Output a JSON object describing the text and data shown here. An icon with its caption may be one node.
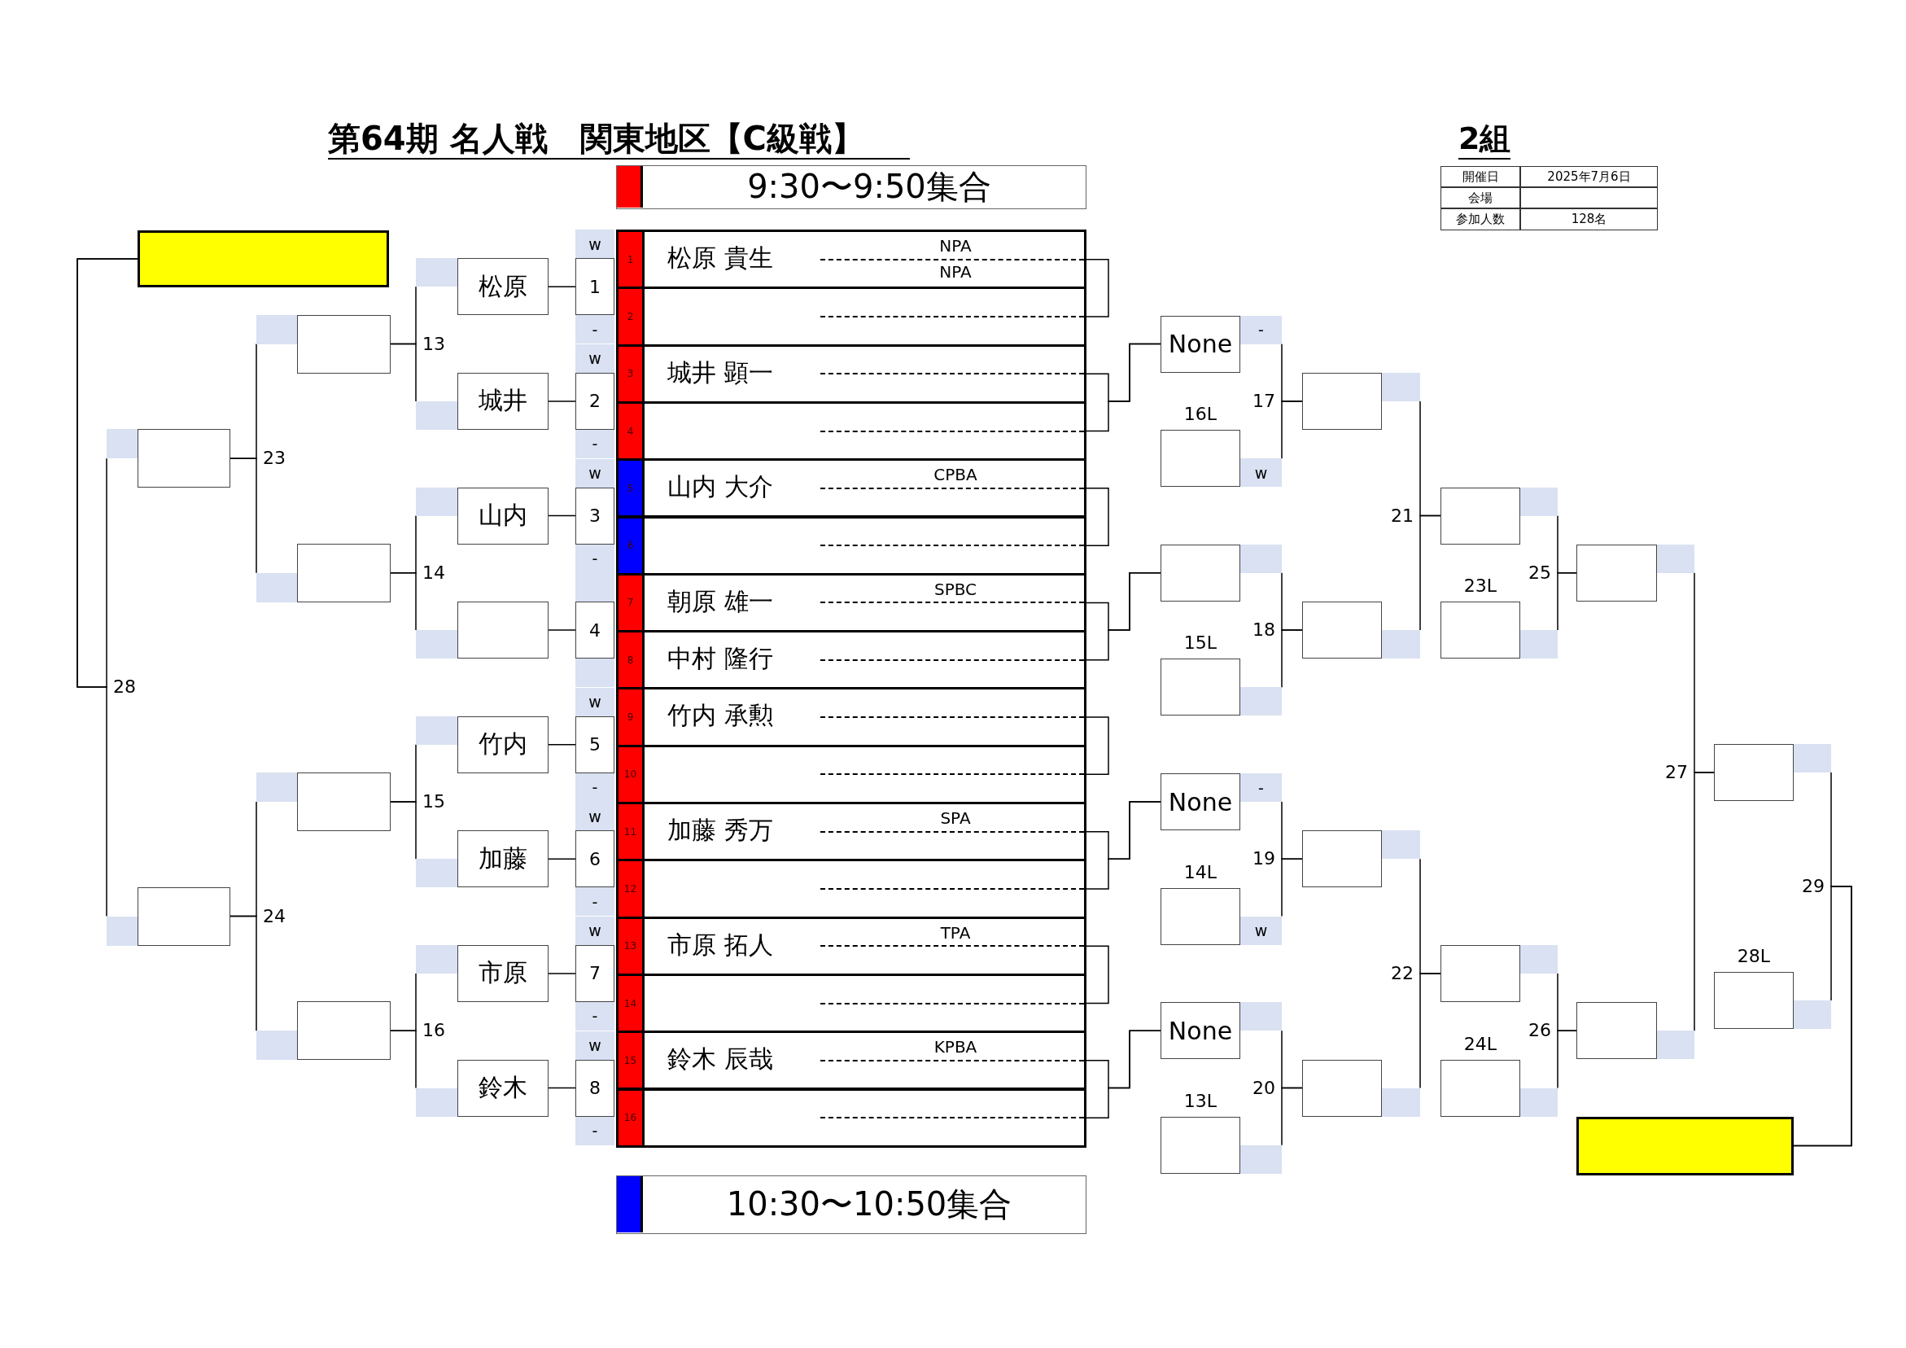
{
  "diagram": {
    "title": "第64期 名人戦　関東地区【C級戦】",
    "nodes": [
      {
        "text": [],
        "shape": "box"
      },
      {
        "text": [],
        "shape": "box"
      },
      {
        "text": [],
        "shape": "box"
      },
      {
        "text": [],
        "shape": "box"
      },
      {
        "text": [],
        "shape": "box"
      },
      {
        "text": [],
        "shape": "box"
      },
      {
        "text": [],
        "shape": "box"
      },
      {
        "text": [
          "松原"
        ]
      },
      {
        "text": [
          "城井"
        ]
      },
      {
        "text": [
          "山内"
        ]
      },
      {
        "text": [],
        "shape": "box"
      },
      {
        "text": [
          "竹内"
        ]
      },
      {
        "text": [
          "加藤"
        ]
      },
      {
        "text": [
          "市原"
        ]
      },
      {
        "text": [
          "鈴木"
        ]
      },
      {
        "text": [
          "1"
        ],
        "beside": [
          "w",
          "-"
        ]
      },
      {
        "text": [
          "2"
        ],
        "beside": [
          "w",
          "-"
        ]
      },
      {
        "text": [
          "3"
        ],
        "beside": [
          "w",
          "-"
        ]
      },
      {
        "text": [
          "4"
        ]
      },
      {
        "text": [
          "5"
        ],
        "beside": [
          "w",
          "-"
        ]
      },
      {
        "text": [
          "6"
        ],
        "beside": [
          "w",
          "-"
        ]
      },
      {
        "text": [
          "7"
        ],
        "beside": [
          "w",
          "-"
        ]
      },
      {
        "text": [
          "8"
        ],
        "beside": [
          "w",
          "-"
        ]
      },
      {
        "text": [
          "1",
          "松原 貴生",
          "NPA",
          "NPA"
        ]
      },
      {
        "text": [
          "2"
        ]
      },
      {
        "text": [
          "3",
          "城井 顕一"
        ]
      },
      {
        "text": [
          "4"
        ]
      },
      {
        "text": [
          "5",
          "山内 大介",
          "CPBA"
        ]
      },
      {
        "text": [
          "6"
        ]
      },
      {
        "text": [
          "7",
          "朝原 雄一",
          "SPBC"
        ]
      },
      {
        "text": [
          "8",
          "中村 隆行"
        ]
      },
      {
        "text": [
          "9",
          "竹内 承勲"
        ]
      },
      {
        "text": [
          "10"
        ]
      },
      {
        "text": [
          "11",
          "加藤 秀万",
          "SPA"
        ]
      },
      {
        "text": [
          "12"
        ]
      },
      {
        "text": [
          "13",
          "市原 拓人",
          "TPA"
        ]
      },
      {
        "text": [
          "14"
        ]
      },
      {
        "text": [
          "15",
          "鈴木 辰哉",
          "KPBA"
        ]
      },
      {
        "text": [
          "16"
        ]
      },
      {
        "text": [
          "None"
        ],
        "beside": [
          "-"
        ]
      },
      {
        "text": [],
        "shape": "box",
        "beside": [
          "16L",
          "w"
        ]
      },
      {
        "text": [],
        "shape": "box"
      },
      {
        "text": [],
        "shape": "box",
        "beside": [
          "15L"
        ]
      },
      {
        "text": [
          "None"
        ],
        "beside": [
          "-"
        ]
      },
      {
        "text": [],
        "shape": "box",
        "beside": [
          "14L",
          "w"
        ]
      },
      {
        "text": [
          "None"
        ]
      },
      {
        "text": [],
        "shape": "box",
        "beside": [
          "13L"
        ]
      },
      {
        "text": [],
        "shape": "box"
      },
      {
        "text": [],
        "shape": "box"
      },
      {
        "text": [],
        "shape": "box"
      },
      {
        "text": [],
        "shape": "box"
      },
      {
        "text": [],
        "shape": "box"
      },
      {
        "text": [],
        "shape": "box",
        "beside": [
          "23L"
        ]
      },
      {
        "text": [],
        "shape": "box"
      },
      {
        "text": [],
        "shape": "box",
        "beside": [
          "24L"
        ]
      },
      {
        "text": [],
        "shape": "box"
      },
      {
        "text": [],
        "shape": "box"
      },
      {
        "text": [],
        "shape": "box"
      },
      {
        "text": [],
        "shape": "box",
        "beside": [
          "28L"
        ]
      },
      {
        "text": [],
        "shape": "box"
      }
    ],
    "edges": [
      {
        "from": 15,
        "to": 7,
        "arrow": "none"
      },
      {
        "from": 16,
        "to": 8,
        "arrow": "none"
      },
      {
        "from": 17,
        "to": 9,
        "arrow": "none"
      },
      {
        "from": 18,
        "to": 10,
        "arrow": "none"
      },
      {
        "from": 19,
        "to": 11,
        "arrow": "none"
      },
      {
        "from": 20,
        "to": 12,
        "arrow": "none"
      },
      {
        "from": 21,
        "to": 13,
        "arrow": "none"
      },
      {
        "from": 22,
        "to": 14,
        "arrow": "none"
      },
      {
        "from": 7,
        "to": 3,
        "arrow": "none"
      },
      {
        "from": 8,
        "to": 3,
        "arrow": "none"
      },
      {
        "from": 9,
        "to": 4,
        "arrow": "none"
      },
      {
        "from": 10,
        "to": 4,
        "arrow": "none"
      },
      {
        "from": 11,
        "to": 5,
        "arrow": "none"
      },
      {
        "from": 12,
        "to": 5,
        "arrow": "none"
      },
      {
        "from": 13,
        "to": 6,
        "arrow": "none"
      },
      {
        "from": 14,
        "to": 6,
        "arrow": "none"
      },
      {
        "from": 3,
        "to": 1,
        "arrow": "none"
      },
      {
        "from": 4,
        "to": 1,
        "arrow": "none"
      },
      {
        "from": 5,
        "to": 2,
        "arrow": "none"
      },
      {
        "from": 6,
        "to": 2,
        "arrow": "none"
      },
      {
        "from": 1,
        "to": 0,
        "arrow": "none"
      },
      {
        "from": 2,
        "to": 0,
        "arrow": "none"
      },
      {
        "from": 23,
        "to": 24,
        "arrow": "none"
      },
      {
        "from": 25,
        "to": 39,
        "arrow": "none"
      },
      {
        "from": 26,
        "to": 39,
        "arrow": "none"
      },
      {
        "from": 27,
        "to": 28,
        "arrow": "none"
      },
      {
        "from": 29,
        "to": 41,
        "arrow": "none"
      },
      {
        "from": 30,
        "to": 41,
        "arrow": "none"
      },
      {
        "from": 31,
        "to": 32,
        "arrow": "none"
      },
      {
        "from": 33,
        "to": 43,
        "arrow": "none"
      },
      {
        "from": 34,
        "to": 43,
        "arrow": "none"
      },
      {
        "from": 35,
        "to": 36,
        "arrow": "none"
      },
      {
        "from": 37,
        "to": 45,
        "arrow": "none"
      },
      {
        "from": 38,
        "to": 45,
        "arrow": "none"
      },
      {
        "from": 39,
        "to": 47,
        "arrow": "none"
      },
      {
        "from": 40,
        "to": 47,
        "arrow": "none"
      },
      {
        "from": 41,
        "to": 48,
        "arrow": "none"
      },
      {
        "from": 42,
        "to": 48,
        "arrow": "none"
      },
      {
        "from": 43,
        "to": 49,
        "arrow": "none"
      },
      {
        "from": 44,
        "to": 49,
        "arrow": "none"
      },
      {
        "from": 45,
        "to": 50,
        "arrow": "none"
      },
      {
        "from": 46,
        "to": 50,
        "arrow": "none"
      },
      {
        "from": 47,
        "to": 51,
        "arrow": "none"
      },
      {
        "from": 48,
        "to": 51,
        "arrow": "none"
      },
      {
        "from": 49,
        "to": 53,
        "arrow": "none"
      },
      {
        "from": 50,
        "to": 53,
        "arrow": "none"
      },
      {
        "from": 51,
        "to": 55,
        "arrow": "none"
      },
      {
        "from": 52,
        "to": 55,
        "arrow": "none"
      },
      {
        "from": 53,
        "to": 56,
        "arrow": "none"
      },
      {
        "from": 54,
        "to": 56,
        "arrow": "none"
      },
      {
        "from": 55,
        "to": 57,
        "arrow": "none"
      },
      {
        "from": 56,
        "to": 57,
        "arrow": "none"
      },
      {
        "from": 57,
        "to": 59,
        "arrow": "none"
      },
      {
        "from": 58,
        "to": 59,
        "arrow": "none"
      }
    ],
    "labels": [
      "2組",
      "開催日",
      "2025年7月6日",
      "会場",
      "参加人数",
      "128名",
      "13",
      "23",
      "14",
      "28",
      "15",
      "24",
      "16",
      "17",
      "21",
      "25",
      "18",
      "27",
      "29",
      "19",
      "22",
      "26",
      "20"
    ],
    "legend": [
      {
        "text": "9:30〜9:50集合",
        "color": "#ff0000"
      },
      {
        "text": "10:30〜10:50集合",
        "color": "#0000ff"
      }
    ]
  }
}
